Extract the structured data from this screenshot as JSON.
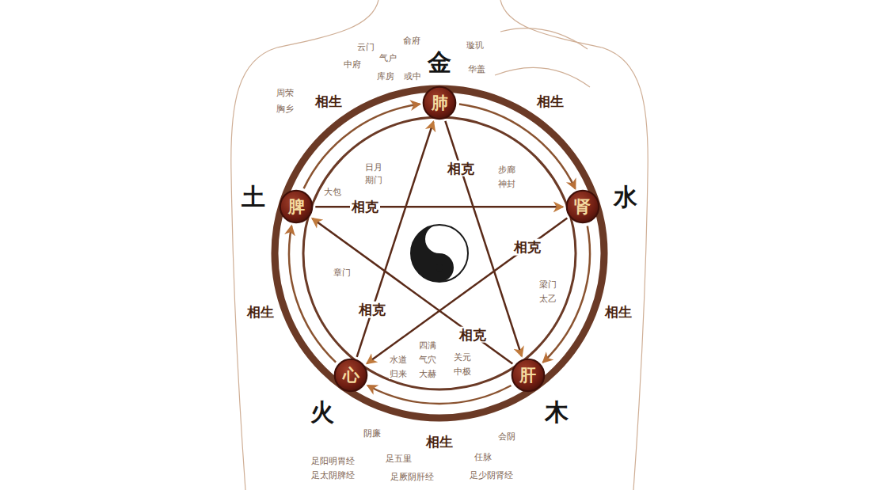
{
  "diagram": {
    "nodes": [
      {
        "text": [
          "肺"
        ]
      },
      {
        "text": [
          "脾"
        ]
      },
      {
        "text": [
          "肾"
        ]
      },
      {
        "text": [
          "心"
        ]
      },
      {
        "text": [
          "肝"
        ]
      }
    ],
    "edges": [
      {
        "from": 0,
        "to": 2,
        "label": "相生",
        "arrow": "to"
      },
      {
        "from": 2,
        "to": 4,
        "label": "相生",
        "arrow": "to"
      },
      {
        "from": 4,
        "to": 3,
        "label": "相生",
        "arrow": "to"
      },
      {
        "from": 3,
        "to": 1,
        "label": "相生",
        "arrow": "to"
      },
      {
        "from": 1,
        "to": 0,
        "label": "相生",
        "arrow": "to"
      },
      {
        "from": 0,
        "to": 4,
        "label": "相克",
        "arrow": "to"
      },
      {
        "from": 4,
        "to": 1,
        "label": "相克",
        "arrow": "to"
      },
      {
        "from": 1,
        "to": 2,
        "label": "相克",
        "arrow": "to"
      },
      {
        "from": 2,
        "to": 3,
        "label": "相克",
        "arrow": "to"
      },
      {
        "from": 3,
        "to": 0,
        "label": "相克",
        "arrow": "to"
      }
    ],
    "labels": [
      "金",
      "水",
      "木",
      "火",
      "土",
      "云门",
      "俞府",
      "气户",
      "中府",
      "库房",
      "或中",
      "璇玑",
      "华盖",
      "周荣",
      "胸乡",
      "大包",
      "期门",
      "日月",
      "章门",
      "步廊",
      "神封",
      "梁门",
      "太乙",
      "四满",
      "气穴",
      "大赫",
      "关元",
      "中极",
      "水道",
      "归来",
      "阴廉",
      "会阴",
      "足五里",
      "任脉",
      "足阳明胃经",
      "足太阴脾经",
      "足厥阴肝经",
      "足少阴肾经"
    ]
  }
}
